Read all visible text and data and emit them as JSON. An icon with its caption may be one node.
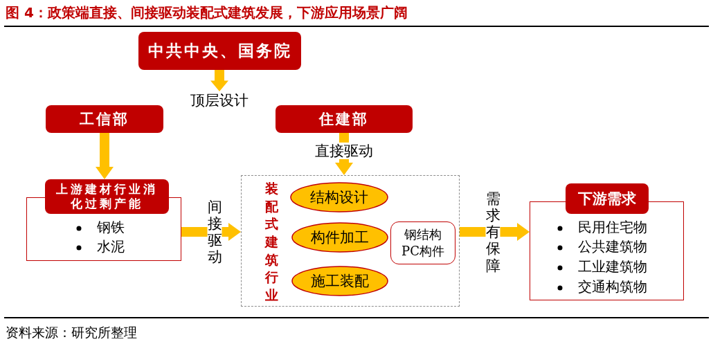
{
  "diagram": {
    "title": "图 4：政策端直接、间接驱动装配式建筑发展，下游应用场景广阔",
    "nodes": [
      {
        "text": [
          "中共中央、国务院"
        ]
      },
      {
        "text": [
          "工信部"
        ]
      },
      {
        "text": [
          "住建部"
        ]
      },
      {
        "text": [
          "上游建材行业消化过剩产能",
          "钢铁",
          "水泥"
        ]
      },
      {
        "text": [
          "装配式建筑行业"
        ]
      },
      {
        "text": [
          "结构设计"
        ],
        "in": 4
      },
      {
        "text": [
          "构件加工"
        ],
        "in": 4
      },
      {
        "text": [
          "施工装配"
        ],
        "in": 4
      },
      {
        "text": [
          "钢结构",
          "PC构件"
        ],
        "in": 4
      },
      {
        "text": [
          "下游需求",
          "民用住宅物",
          "公共建筑物",
          "工业建筑物",
          "交通构筑物"
        ]
      }
    ],
    "edges": [
      {
        "from": 0,
        "to": null,
        "arrow": "to",
        "label": "顶层设计"
      },
      {
        "from": 1,
        "to": 3,
        "arrow": "to"
      },
      {
        "from": 2,
        "to": 4,
        "arrow": "to",
        "label": "直接驱动"
      },
      {
        "from": 3,
        "to": 4,
        "arrow": "to",
        "label": "间接驱动"
      },
      {
        "from": 4,
        "to": 9,
        "arrow": "to",
        "label": "需求有保障"
      }
    ],
    "labels": [
      "资料来源：研究所整理"
    ]
  }
}
